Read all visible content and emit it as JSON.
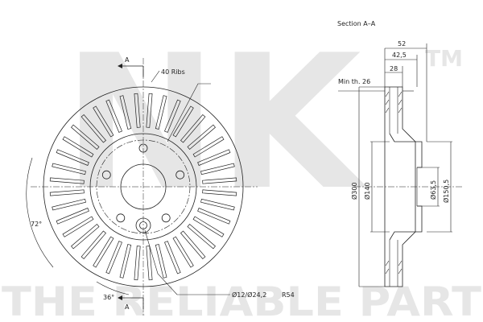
{
  "watermark": {
    "logo_text": "NK",
    "trademark": "TM",
    "tagline": "THE RELIABLE PART"
  },
  "section_view": {
    "title": "Section A–A",
    "dimensions": {
      "overall_height": "52",
      "hub_height": "42,5",
      "disc_thickness": "28",
      "min_thickness": "Min th. 26",
      "outer_diameter": "Ø300",
      "friction_inner_diameter": "Ø140",
      "centre_bore": "Ø63,5",
      "hub_diameter": "Ø150,5"
    }
  },
  "front_view": {
    "section_marker_top": "A",
    "section_marker_bottom": "A",
    "ribs_label": "40 Ribs",
    "rib_count": 40,
    "bolt_hole_count": 5,
    "angle_label_large": "72°",
    "angle_label_small": "36°",
    "bolt_hole_label": "Ø12/Ø24,2",
    "pitch_label": "R54"
  },
  "colors": {
    "line": "#222222",
    "watermark": "#e6e6e6",
    "background": "#ffffff"
  }
}
